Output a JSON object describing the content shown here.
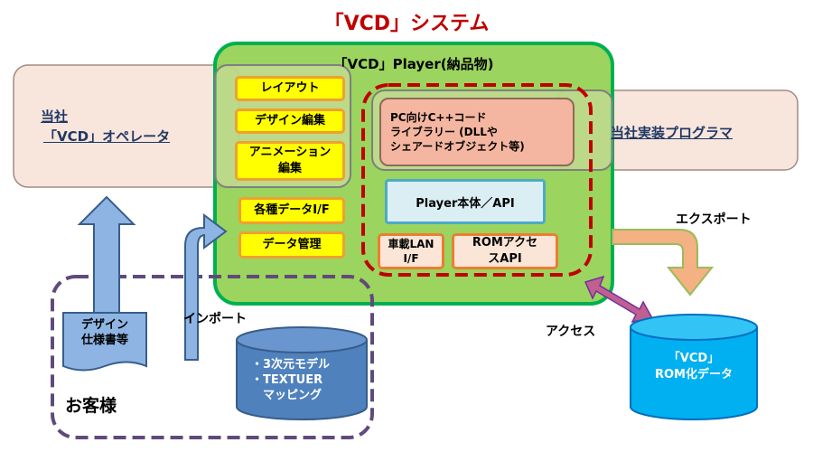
{
  "title": "「VCD」システム",
  "player": {
    "title": "「VCD」Player(納品物)",
    "left_items": [
      "レイアウト",
      "デザイン編集",
      "アニメーション\n編集",
      "各種データI/F",
      "データ管理"
    ],
    "library": "PC向けC++コード\nライブラリー (DLLや\nシェアードオブジェクト等)",
    "core": "Player本体／API",
    "lan": "車載LAN\nI/F",
    "rom_api": "ROMアクセ\nスAPI"
  },
  "operator": {
    "line1": "当社",
    "line2": "「VCD」オペレータ"
  },
  "program": "当社実装プログラマ",
  "customer": {
    "label": "お客様",
    "spec": "デザイン\n仕様書等",
    "models": "・3次元モデル\n・TEXTUER\n　マッピング"
  },
  "import_label": "インポート",
  "export_label": "エクスポート",
  "access_label": "アクセス",
  "rom_data": "「VCD」\nROM化データ",
  "colors": {
    "title": "#c00000",
    "band_fill": "#f8e5dc",
    "band_border": "#a08c80",
    "green_fill": "#92d050",
    "green_border": "#00b050",
    "red_dash": "#c00000",
    "purple_dash": "#604a7b",
    "blue_arrow": "#8eb4e3",
    "cyl_blue": "#4f81bd",
    "cyl_cyan": "#00b0f0",
    "export_arrow": "#f4b183",
    "access_arrow": "#c06090"
  }
}
